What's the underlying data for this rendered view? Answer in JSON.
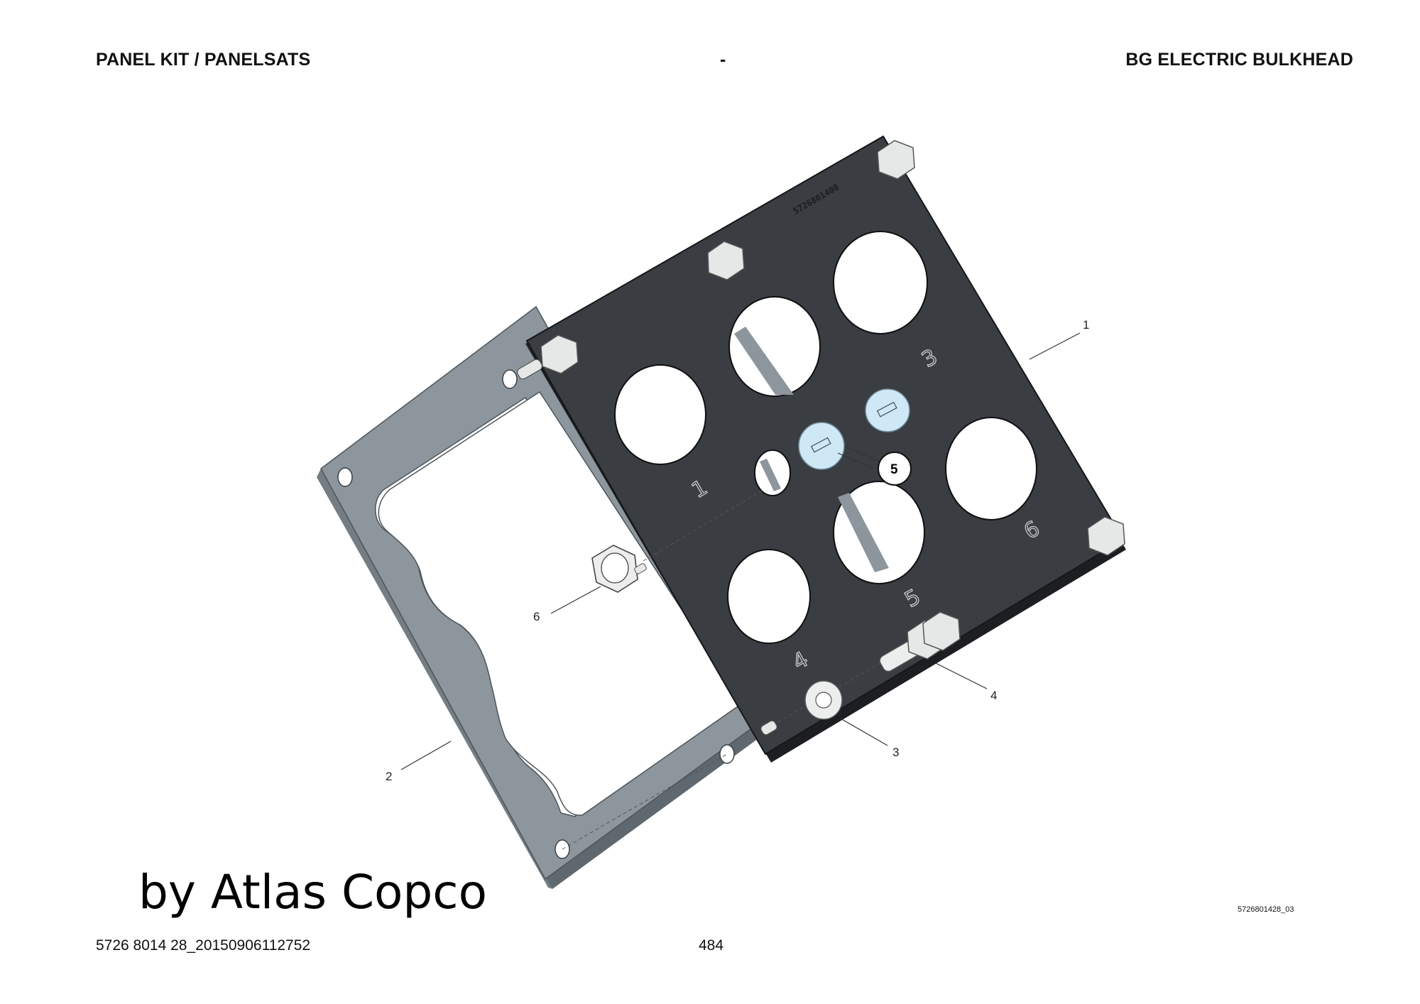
{
  "header": {
    "left": "PANEL KIT / PANELSATS",
    "center": "-",
    "right": "BG ELECTRIC BULKHEAD"
  },
  "footer": {
    "left": "5726 8014 28_20150906112752",
    "page": "484"
  },
  "drawing_ref": "5726801428_03",
  "watermark": "by Atlas Copco",
  "plate_stamp": "5726801400",
  "plate_numbers": [
    "1",
    "3",
    "4",
    "5",
    "6"
  ],
  "callouts": [
    "1",
    "2",
    "3",
    "4",
    "5",
    "6"
  ],
  "colors": {
    "plate": "#3a3d42",
    "frame": "#8c969c",
    "plug": "#cfe8f5",
    "bolt": "#e6e8e8"
  }
}
